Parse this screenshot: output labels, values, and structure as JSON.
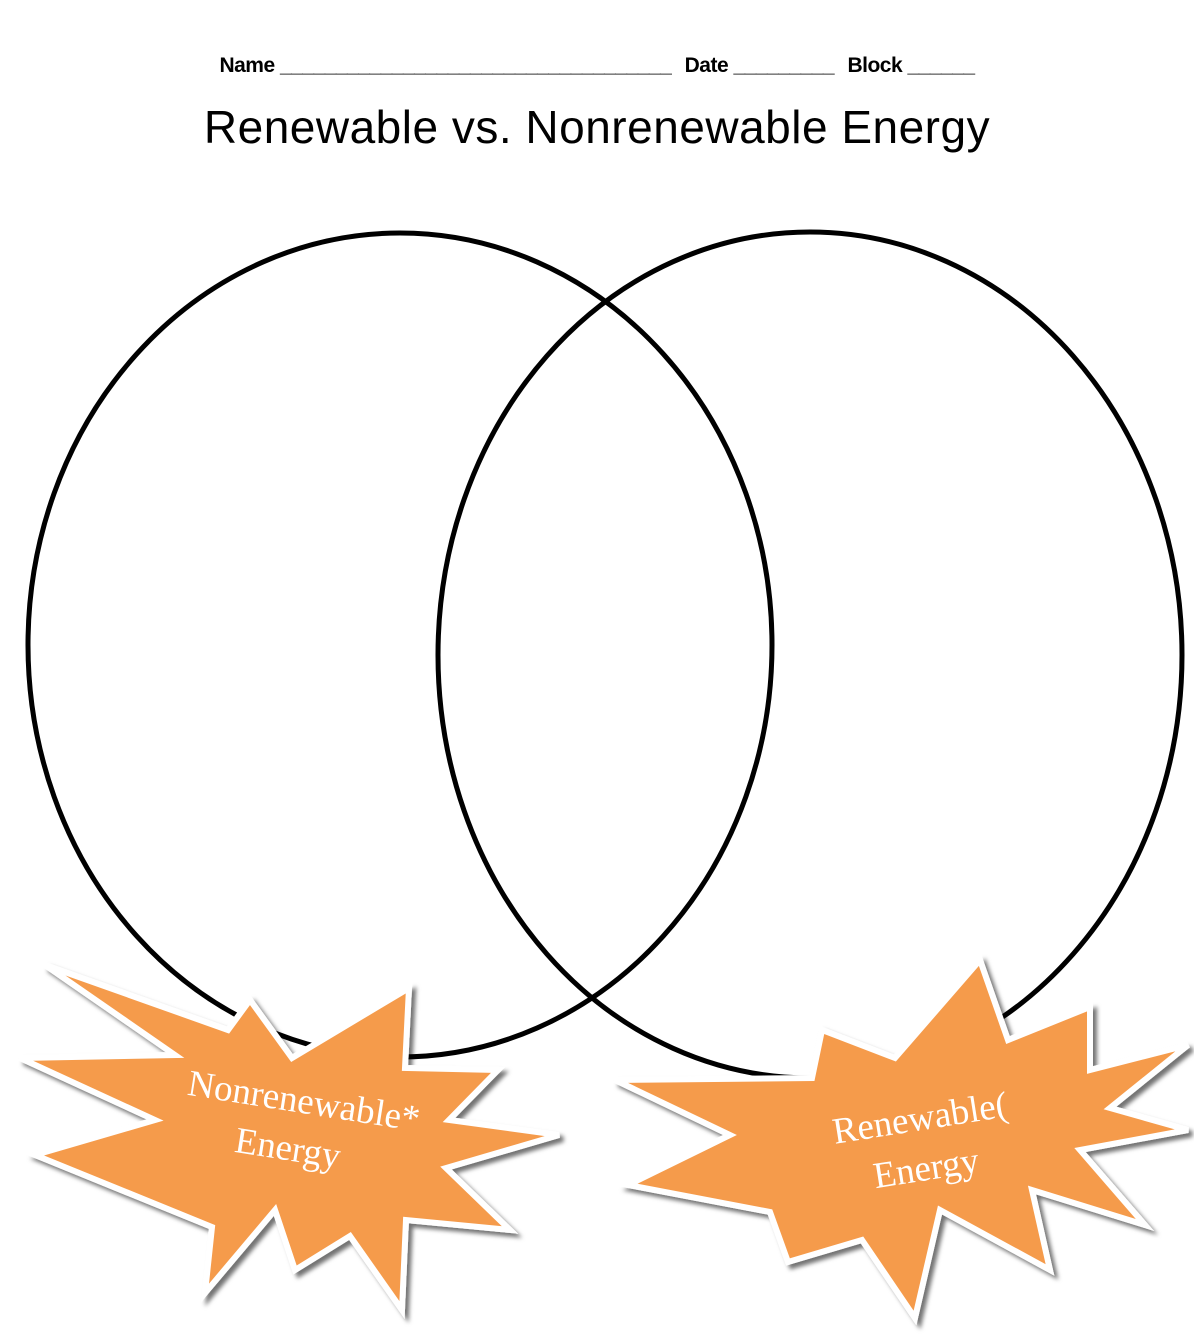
{
  "header": {
    "name_label": "Name",
    "name_blank": "___________________________________",
    "date_label": "Date",
    "date_blank": "_________",
    "block_label": "Block",
    "block_blank": "______"
  },
  "title": "Renewable vs. Nonrenewable Energy",
  "diagram": {
    "left_burst": {
      "line1": "Nonrenewable*",
      "line2": "Energy"
    },
    "right_burst": {
      "line1": "Renewable(",
      "line2": "Energy"
    },
    "colors": {
      "burst_fill": "#F59B4B",
      "outline": "#000000"
    }
  }
}
